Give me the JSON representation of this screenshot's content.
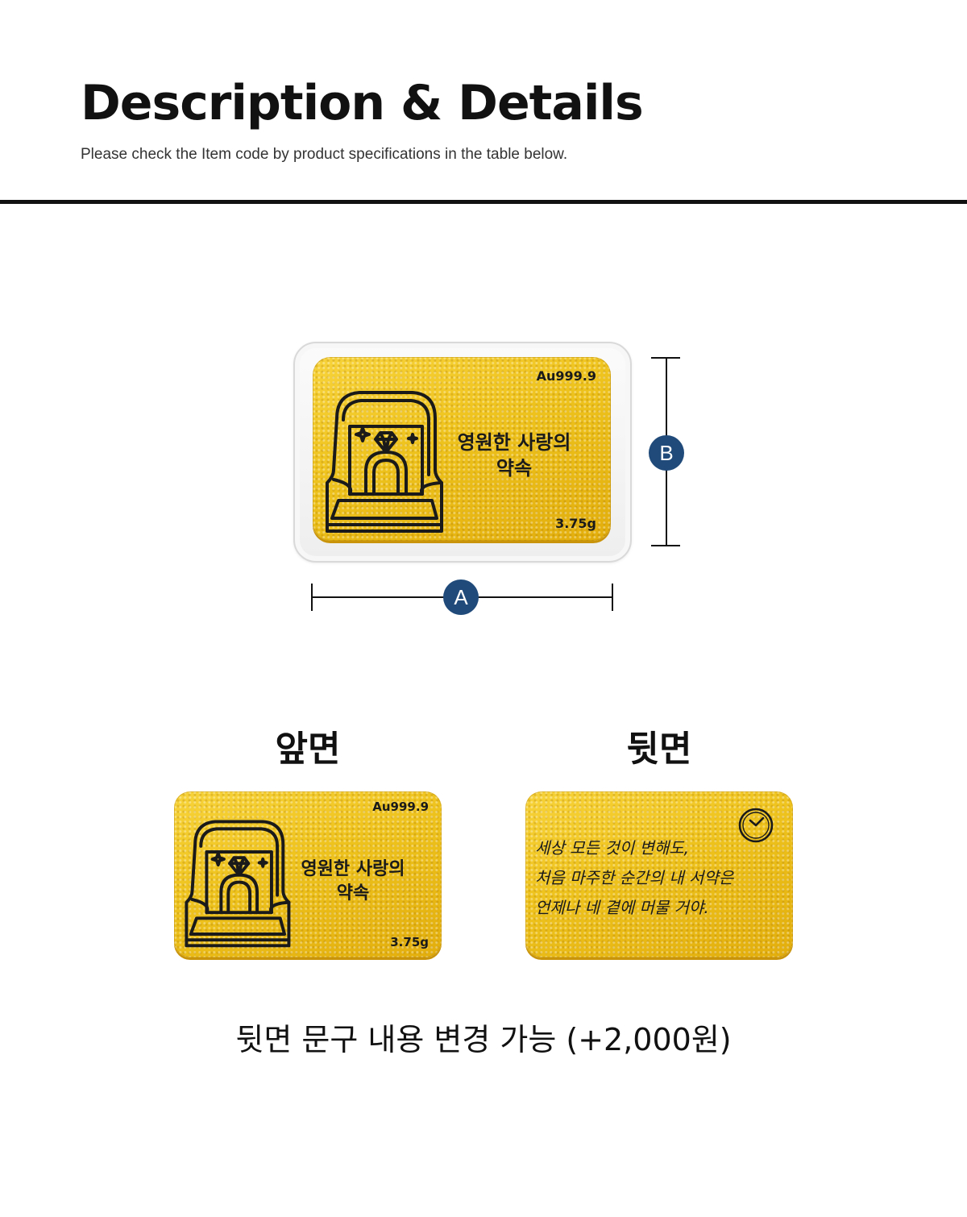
{
  "header": {
    "title": "Description & Details",
    "subtitle": "Please check the Item code by product specifications in the table below."
  },
  "product": {
    "purity": "Au999.9",
    "weight": "3.75g",
    "front_text_line1": "영원한 사랑의",
    "front_text_line2": "약속"
  },
  "dimensions": {
    "a_label": "A",
    "b_label": "B"
  },
  "sides": {
    "front_label": "앞면",
    "back_label": "뒷면",
    "back_message": [
      "세상 모든 것이 변해도,",
      "처음 마주한 순간의 내 서약은",
      "언제나 네 곁에 머물 거야."
    ]
  },
  "footnote": "뒷면 문구 내용 변경 가능 (+2,000원)",
  "colors": {
    "gold": "#eec21c",
    "badge": "#1f4a7a",
    "text": "#111111"
  },
  "icons": [
    "ring-box-icon",
    "diamond-ring-icon",
    "sparkle-icon",
    "clock-icon"
  ]
}
